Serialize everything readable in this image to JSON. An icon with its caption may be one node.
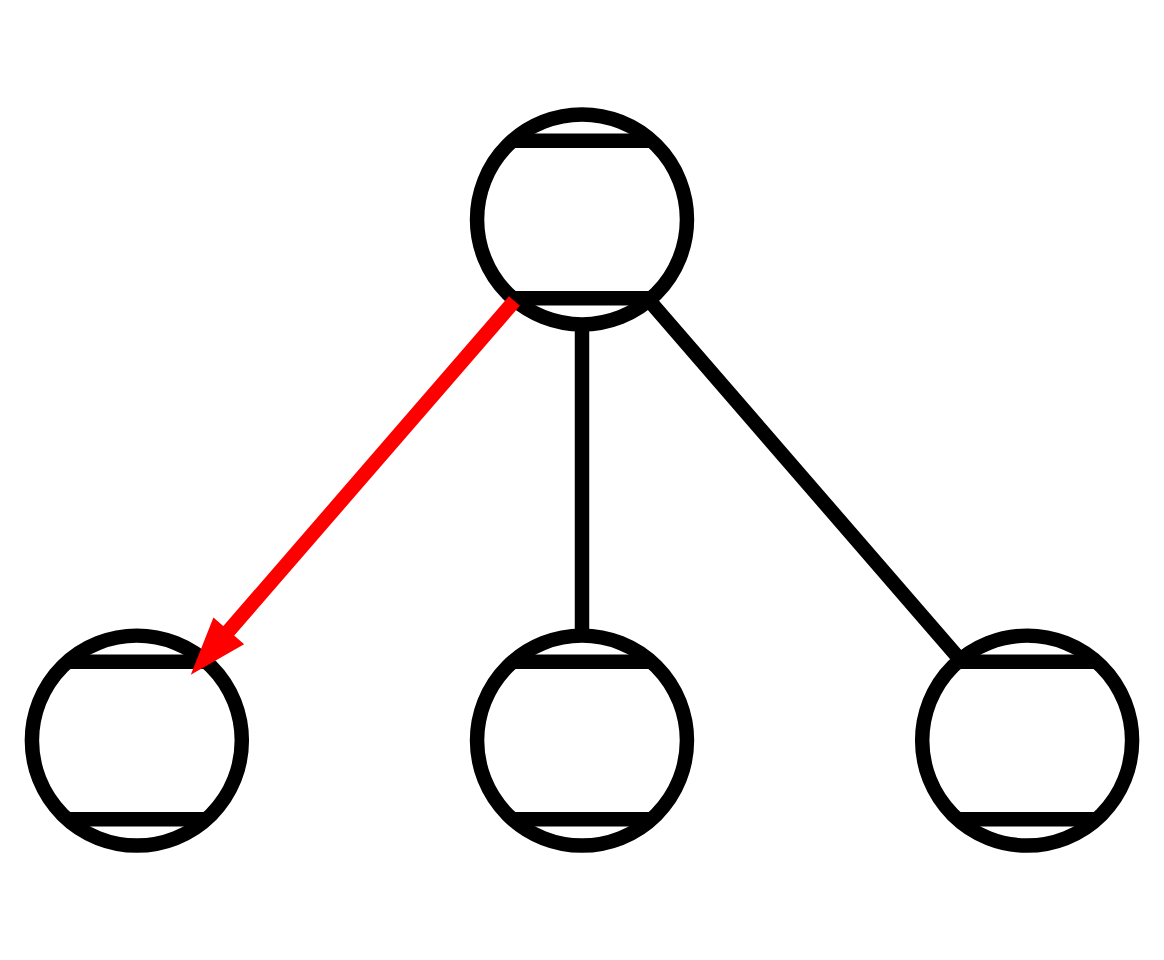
{
  "diagram": {
    "nodes": [
      {
        "text": [],
        "shape": "circle"
      },
      {
        "text": [],
        "shape": "circle"
      },
      {
        "text": [],
        "shape": "circle"
      },
      {
        "text": [],
        "shape": "circle"
      }
    ],
    "edges": [
      {
        "from": 0,
        "to": 1,
        "arrow": "to",
        "color": "#ff0000"
      },
      {
        "from": 0,
        "to": 2,
        "arrow": "none"
      },
      {
        "from": 0,
        "to": 3,
        "arrow": "none"
      }
    ]
  }
}
